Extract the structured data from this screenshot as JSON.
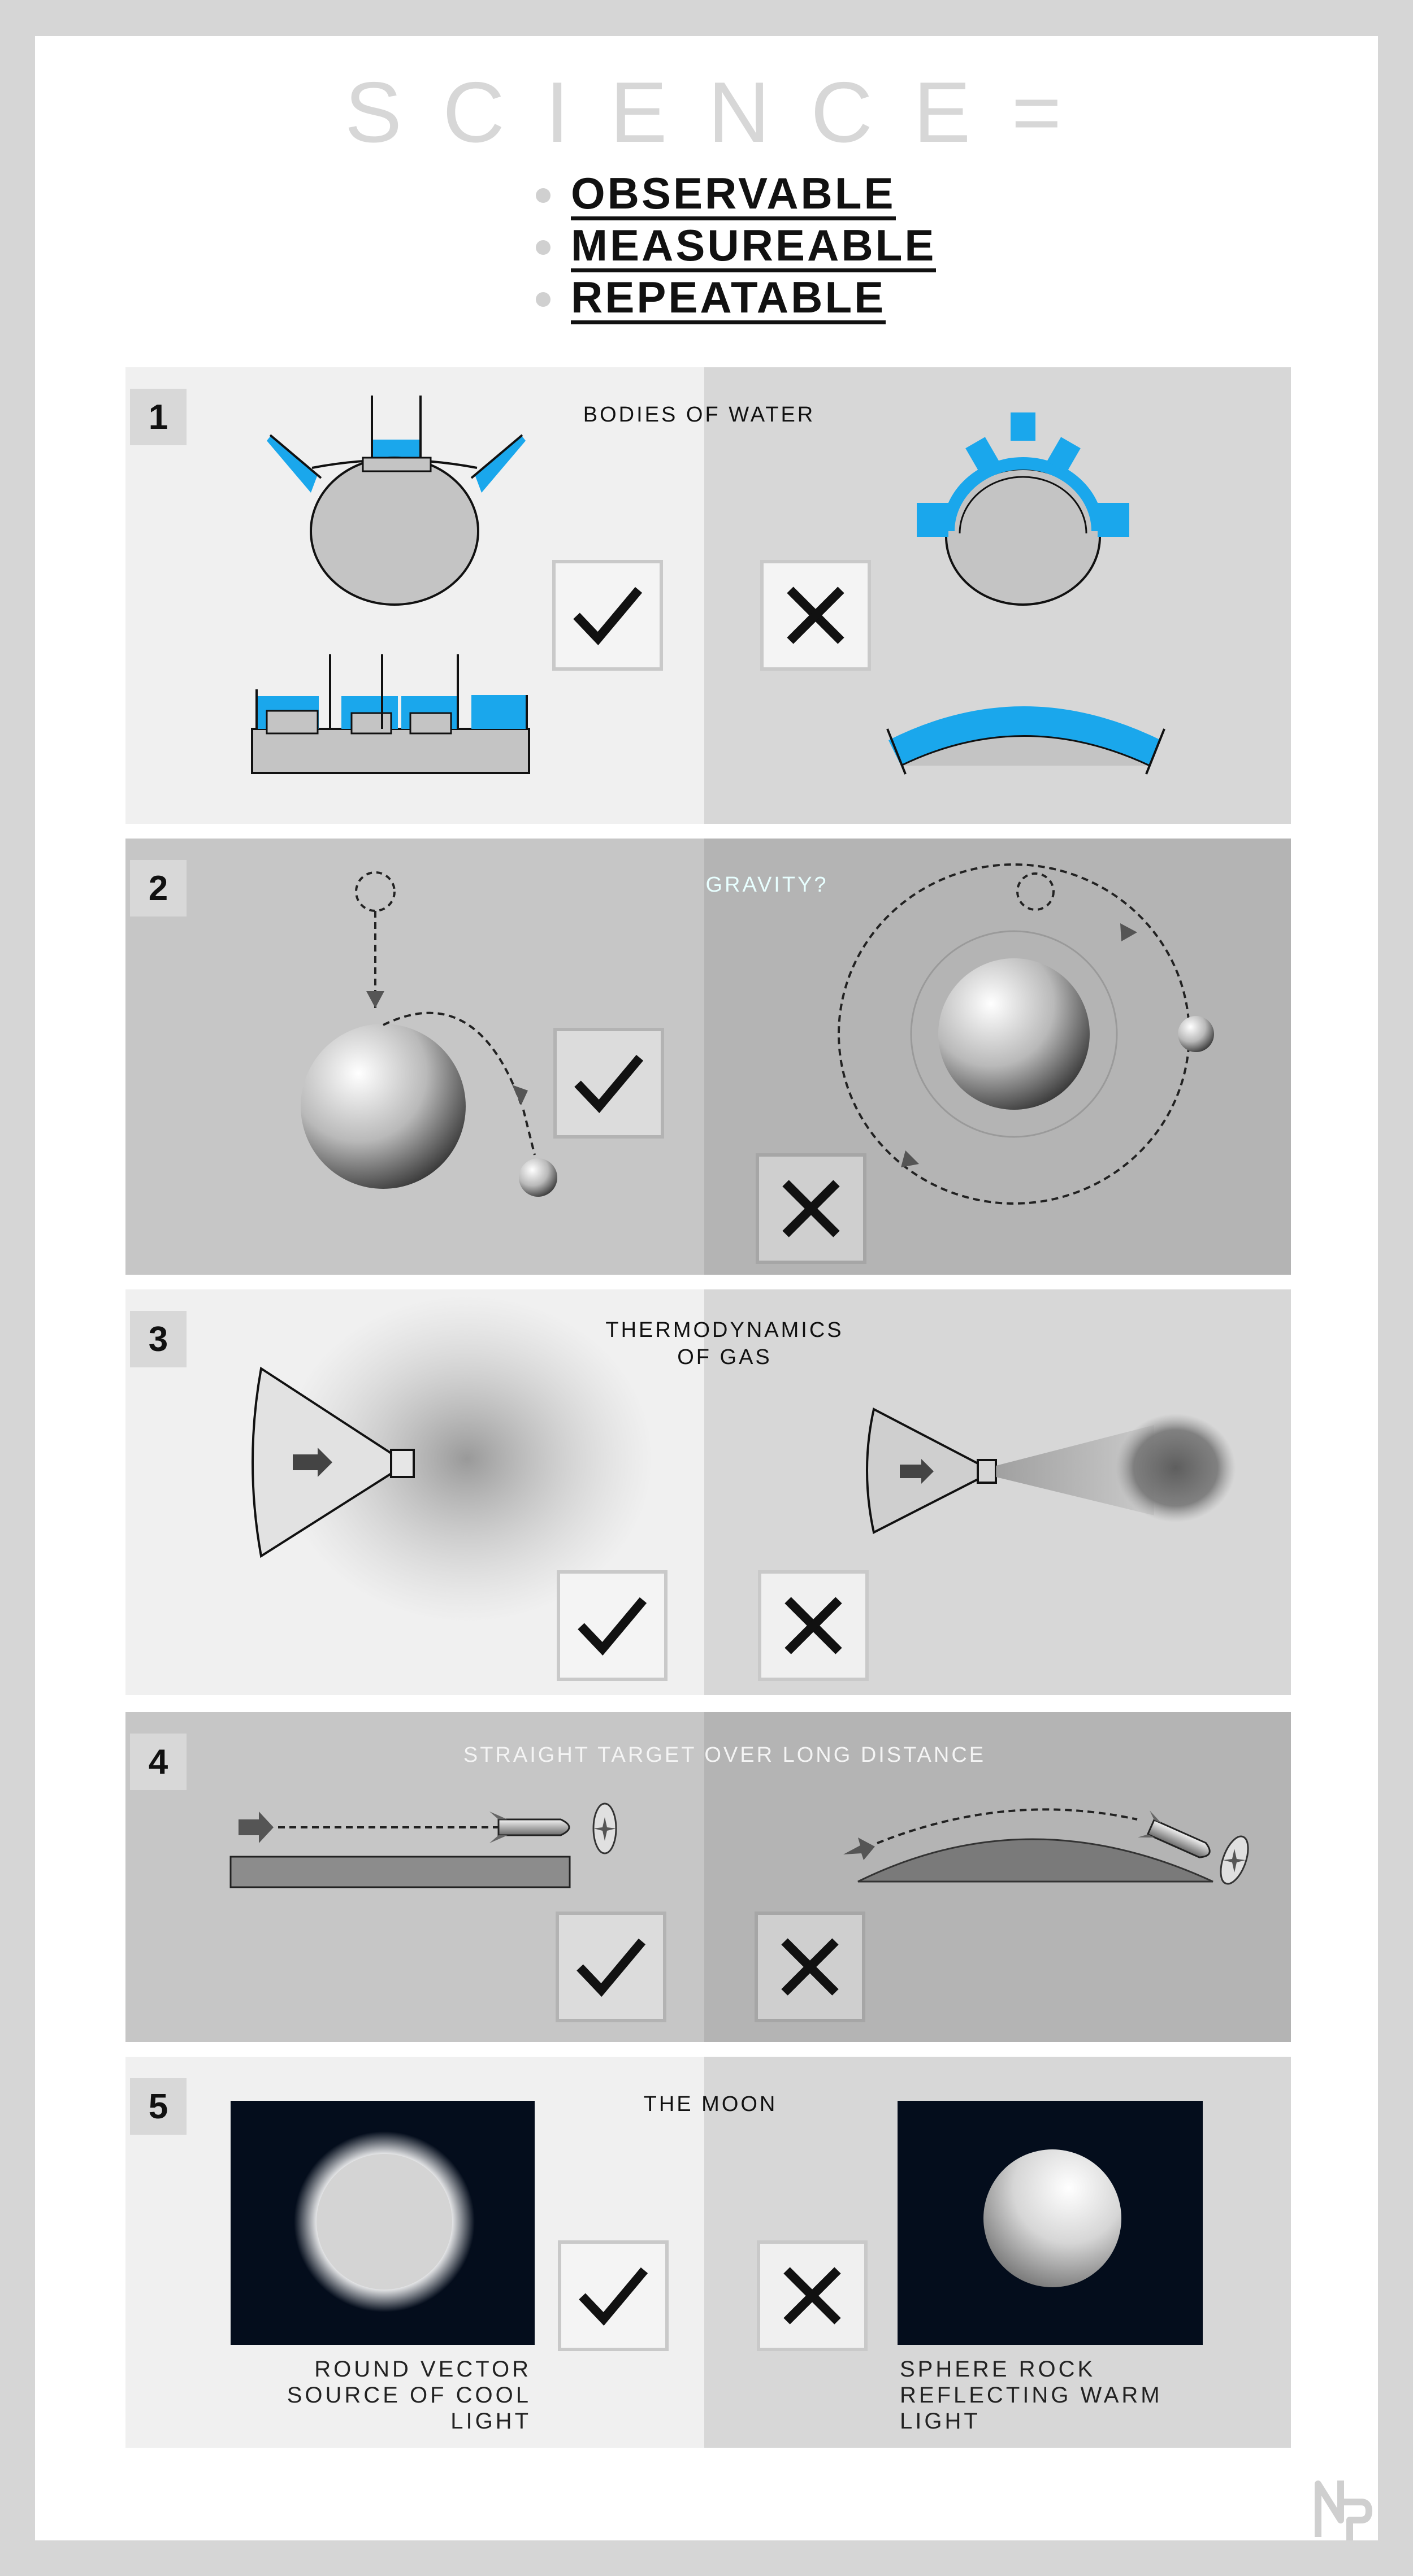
{
  "header": {
    "title": "SCIENCE=",
    "bullets": [
      "OBSERVABLE",
      "MEASUREABLE",
      "REPEATABLE"
    ]
  },
  "panels": [
    {
      "number": "1",
      "label": "BODIES OF WATER"
    },
    {
      "number": "2",
      "label": "GRAVITY?"
    },
    {
      "number": "3",
      "label": "THERMODYNAMICS\nOF GAS"
    },
    {
      "number": "4",
      "label": "STRAIGHT TARGET OVER LONG DISTANCE"
    },
    {
      "number": "5",
      "label": "THE MOON",
      "left_caption": [
        "ROUND VECTOR",
        "SOURCE OF COOL LIGHT"
      ],
      "right_caption": [
        "SPHERE ROCK",
        "REFLECTING WARM LIGHT"
      ]
    }
  ],
  "icons": {
    "correct": "checkmark-icon",
    "incorrect": "cross-icon"
  },
  "colors": {
    "water": "#1aa7ec",
    "night_sky": "#040d1c",
    "text": "#111111"
  }
}
